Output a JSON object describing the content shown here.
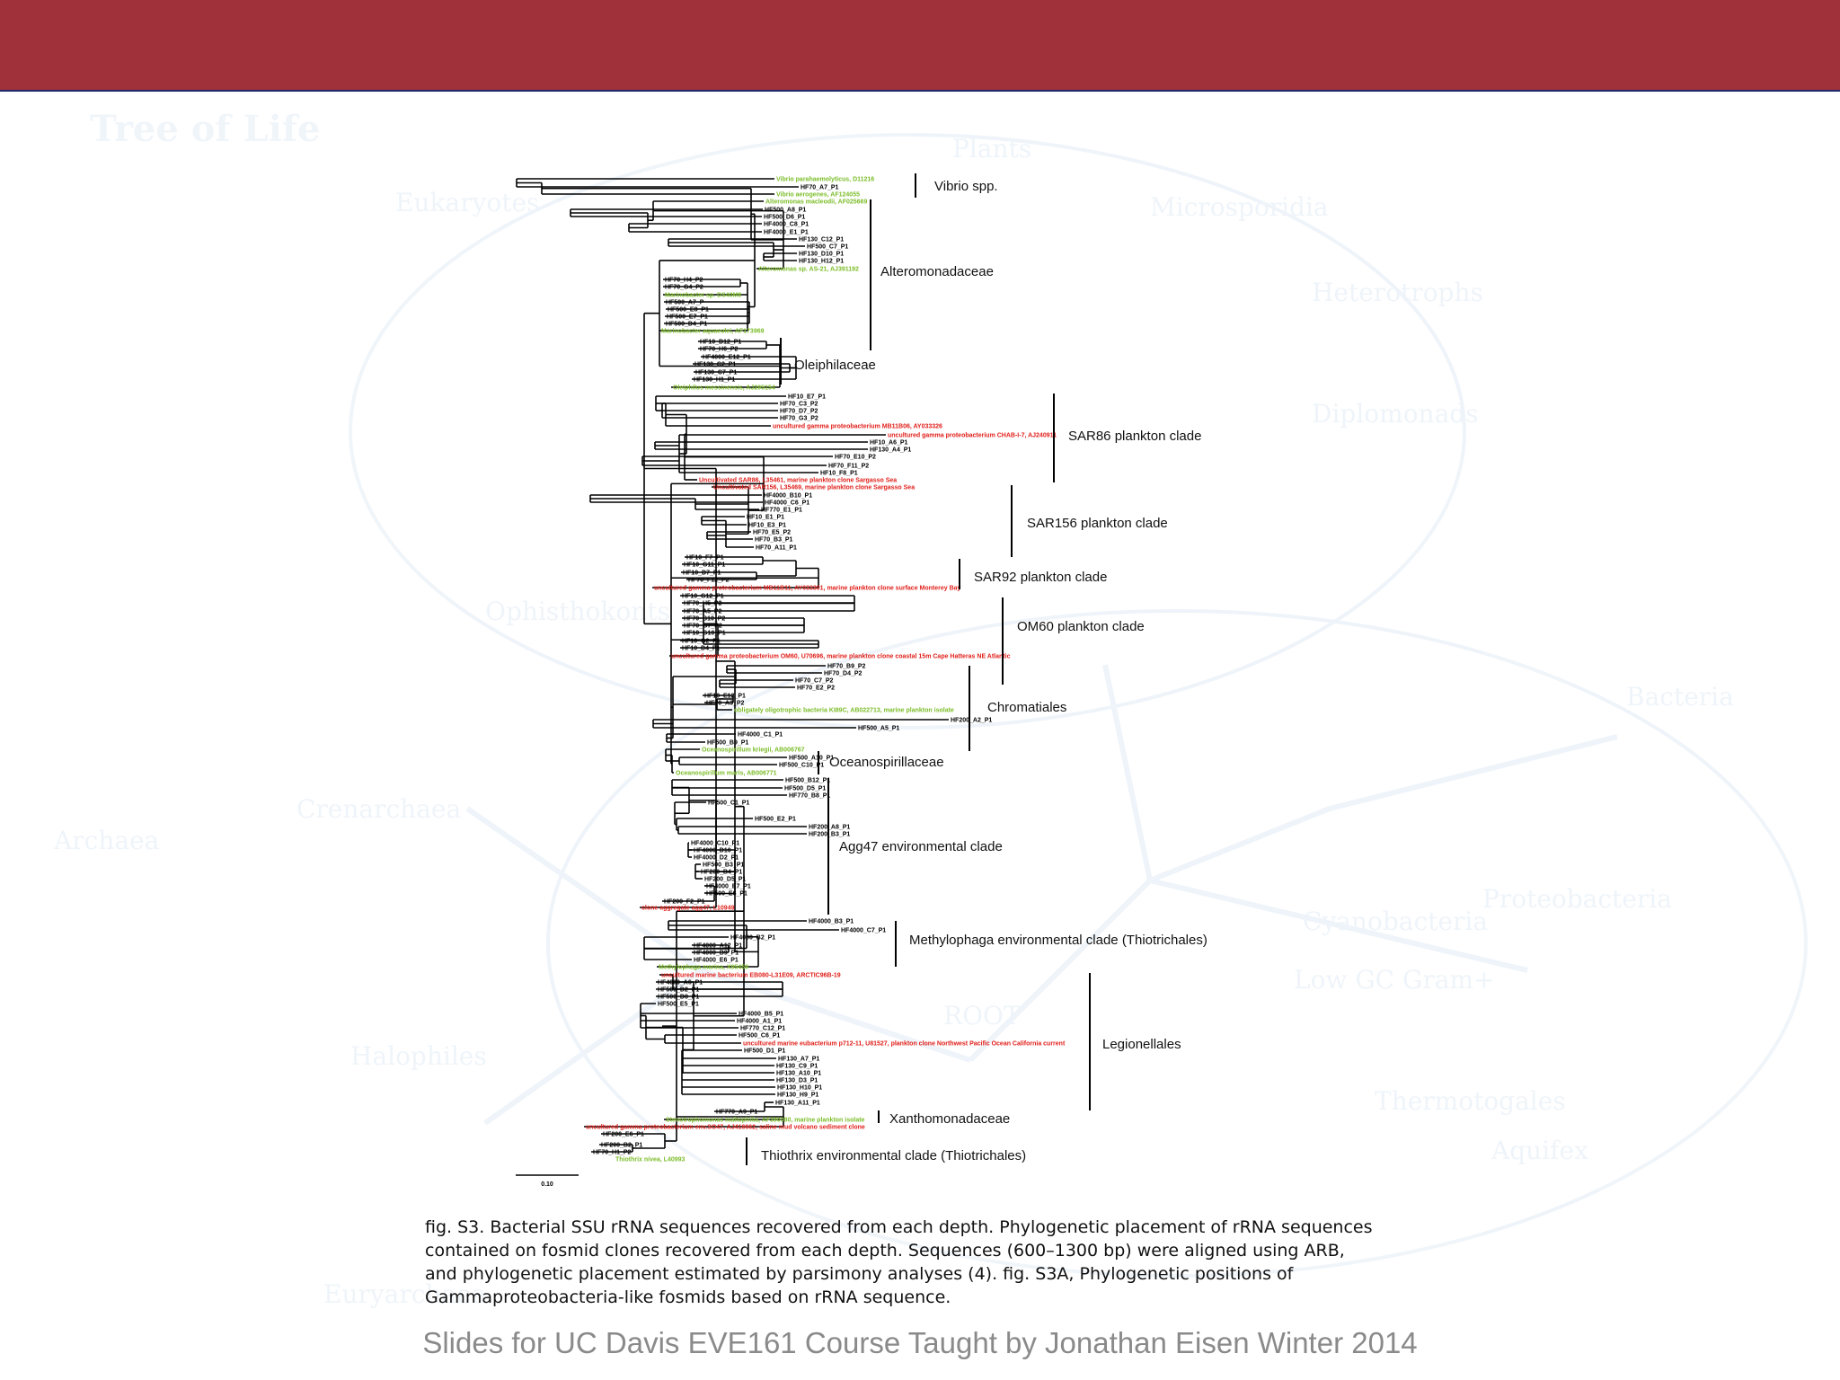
{
  "colors": {
    "banner": "#a0303a",
    "border": "#1f2a6b",
    "leaf_black": "#000000",
    "leaf_green": "#7cbd2a",
    "leaf_red": "#e0201b",
    "watermark": "#3a7bbf"
  },
  "watermark": {
    "title": "Tree of Life",
    "labels": [
      "Eukaryotes",
      "Plants",
      "Microsporidia",
      "Heterotrophs",
      "Diplomonads",
      "Ophisthokonts",
      "Crenarchaea",
      "Archaea",
      "Euryarchaea",
      "Halophiles",
      "Bacteria",
      "ROOT",
      "Cyanobacteria",
      "Proteobacteria",
      "Low GC Gram+",
      "Thermotogales",
      "Aquifex"
    ]
  },
  "tree": {
    "title_prefix": "fig. S3",
    "scale_label": "0.10",
    "leaves": [
      {
        "label": "Vibrio parahaemolyticus, D11216",
        "color": "green"
      },
      {
        "label": "HF70_A7_P1",
        "color": "black"
      },
      {
        "label": "Vibrio aerogenes, AF124055",
        "color": "green"
      },
      {
        "label": "Alteromonas macleodii, AF025669",
        "color": "green"
      },
      {
        "label": "HF500_A8_P1",
        "color": "black"
      },
      {
        "label": "HF500_D6_P1",
        "color": "black"
      },
      {
        "label": "HF4000_C8_P1",
        "color": "black"
      },
      {
        "label": "HF4000_E1_P1",
        "color": "black"
      },
      {
        "label": "HF130_C12_P1",
        "color": "black"
      },
      {
        "label": "HF500_C7_P1",
        "color": "black"
      },
      {
        "label": "HF130_D10_P1",
        "color": "black"
      },
      {
        "label": "HF130_H12_P1",
        "color": "black"
      },
      {
        "label": "Alteromonas sp. AS-21, AJ391192",
        "color": "green"
      },
      {
        "label": "HF70_H4_P2",
        "color": "black"
      },
      {
        "label": "HF70_G4_P2",
        "color": "black"
      },
      {
        "label": "Marinobacter sp. DS40M8",
        "color": "green"
      },
      {
        "label": "HF500_A7_P",
        "color": "black"
      },
      {
        "label": "HF500_E8_P1",
        "color": "black"
      },
      {
        "label": "HF500_E7_P1",
        "color": "black"
      },
      {
        "label": "HF500_D4_P1",
        "color": "black"
      },
      {
        "label": "Marinobacter aquaeolei, AF173969",
        "color": "green"
      },
      {
        "label": "HF10_D12_P1",
        "color": "black"
      },
      {
        "label": "HF70_H6_P2",
        "color": "black"
      },
      {
        "label": "HF4000_E12_P1",
        "color": "black"
      },
      {
        "label": "HF130_C2_P1",
        "color": "black"
      },
      {
        "label": "HF130_C7_P1",
        "color": "black"
      },
      {
        "label": "HF130_H1_P1",
        "color": "black"
      },
      {
        "label": "Oleiphilus messinensis, AJ295154",
        "color": "green"
      },
      {
        "label": "HF10_E7_P1",
        "color": "black"
      },
      {
        "label": "HF70_C3_P2",
        "color": "black"
      },
      {
        "label": "HF70_D7_P2",
        "color": "black"
      },
      {
        "label": "HF70_G3_P2",
        "color": "black"
      },
      {
        "label": "uncultured gamma proteobacterium  MB11B06, AY033326",
        "color": "red"
      },
      {
        "label": "uncultured gamma proteobacterium  CHAB-I-7, AJ240911",
        "color": "red"
      },
      {
        "label": "HF10_A6_P1",
        "color": "black"
      },
      {
        "label": "HF130_A4_P1",
        "color": "black"
      },
      {
        "label": "HF70_E10_P2",
        "color": "black"
      },
      {
        "label": "HF70_F11_P2",
        "color": "black"
      },
      {
        "label": "HF10_F8_P1",
        "color": "black"
      },
      {
        "label": "Uncultivated SAR86, L35461, marine plankton clone Sargasso Sea",
        "color": "red"
      },
      {
        "label": "Uncultivated SAR156, L35469, marine plankton clone Sargasso Sea",
        "color": "red"
      },
      {
        "label": "HF4000_B10_P1",
        "color": "black"
      },
      {
        "label": "HF4000_C6_P1",
        "color": "black"
      },
      {
        "label": "HF770_E1_P1",
        "color": "black"
      },
      {
        "label": "HF10_E1_P1",
        "color": "black"
      },
      {
        "label": "HF10_E3_P1",
        "color": "black"
      },
      {
        "label": "HF70_E5_P2",
        "color": "black"
      },
      {
        "label": "HF70_B3_P1",
        "color": "black"
      },
      {
        "label": "HF70_A11_P1",
        "color": "black"
      },
      {
        "label": "HF10_F7_P1",
        "color": "black"
      },
      {
        "label": "HF10_G11_P1",
        "color": "black"
      },
      {
        "label": "HF10_D7_P1",
        "color": "black"
      },
      {
        "label": "HF70_F12_P2",
        "color": "black"
      },
      {
        "label": "uncultured gamma proteobacterium  MB11B11, AY033301, marine plankton clone surface Monterey Bay",
        "color": "red"
      },
      {
        "label": "HF10_G12_P1",
        "color": "black"
      },
      {
        "label": "HF70_H5_P2",
        "color": "black"
      },
      {
        "label": "HF70_A5_P2",
        "color": "black"
      },
      {
        "label": "HF70_B10_P2",
        "color": "black"
      },
      {
        "label": "HF70_G7_P2",
        "color": "black"
      },
      {
        "label": "HF10_G10_P1",
        "color": "black"
      },
      {
        "label": "HF10_G2_P1",
        "color": "black"
      },
      {
        "label": "HF10_D4_P1",
        "color": "black"
      },
      {
        "label": "uncultured gamma proteobacterium  OM60, U70696, marine plankton clone coastal 15m Cape Hatteras NE Atlantic",
        "color": "red"
      },
      {
        "label": "HF70_B9_P2",
        "color": "black"
      },
      {
        "label": "HF70_D4_P2",
        "color": "black"
      },
      {
        "label": "HF70_C7_P2",
        "color": "black"
      },
      {
        "label": "HF70_E2_P2",
        "color": "black"
      },
      {
        "label": "HF10_E12_P1",
        "color": "black"
      },
      {
        "label": "HF70_A3_P2",
        "color": "black"
      },
      {
        "label": "obligately oligotrophic bacteria KI89C, AB022713, marine plankton isolate",
        "color": "green"
      },
      {
        "label": "HF200_A2_P1",
        "color": "black"
      },
      {
        "label": "HF500_A5_P1",
        "color": "black"
      },
      {
        "label": "HF4000_C1_P1",
        "color": "black"
      },
      {
        "label": "HF500_B9_P1",
        "color": "black"
      },
      {
        "label": "Oceanospirillum kriegii, AB006767",
        "color": "green"
      },
      {
        "label": "HF500_A10_P1",
        "color": "black"
      },
      {
        "label": "HF500_C10_P1",
        "color": "black"
      },
      {
        "label": "Oceanospirillum maris, AB006771",
        "color": "green"
      },
      {
        "label": "HF500_B12_P1",
        "color": "black"
      },
      {
        "label": "HF500_D5_P1",
        "color": "black"
      },
      {
        "label": "HF770_B8_P1",
        "color": "black"
      },
      {
        "label": "HF500_C1_P1",
        "color": "black"
      },
      {
        "label": "HF500_E2_P1",
        "color": "black"
      },
      {
        "label": "HF200_A8_P1",
        "color": "black"
      },
      {
        "label": "HF200_B3_P1",
        "color": "black"
      },
      {
        "label": "HF4000_C10_P1",
        "color": "black"
      },
      {
        "label": "HF4000_D10_P1",
        "color": "black"
      },
      {
        "label": "HF4000_D2_P1",
        "color": "black"
      },
      {
        "label": "HF500_B3_P1",
        "color": "black"
      },
      {
        "label": "HF200_B4_P1",
        "color": "black"
      },
      {
        "label": "HF200_D5_P1",
        "color": "black"
      },
      {
        "label": "HF4000_E7_P1",
        "color": "black"
      },
      {
        "label": "HF500_E6_P1",
        "color": "black"
      },
      {
        "label": "HF200_F2_P1",
        "color": "black"
      },
      {
        "label": "clone aggregate agg47, L10949",
        "color": "red"
      },
      {
        "label": "HF4000_B3_P1",
        "color": "black"
      },
      {
        "label": "HF4000_C7_P1",
        "color": "black"
      },
      {
        "label": "HF4000_B2_P1",
        "color": "black"
      },
      {
        "label": "HF4000_A12_P1",
        "color": "black"
      },
      {
        "label": "HF4000_B9_P1",
        "color": "black"
      },
      {
        "label": "HF4000_E6_P1",
        "color": "black"
      },
      {
        "label": "Methylophaga marina, X95459",
        "color": "green"
      },
      {
        "label": "uncultured marine bacterium EB080-L31E09, ARCTIC96B-19",
        "color": "red"
      },
      {
        "label": "HF4000_A6_P1",
        "color": "black"
      },
      {
        "label": "HF500_D2_P1",
        "color": "black"
      },
      {
        "label": "HF500_D8_P1",
        "color": "black"
      },
      {
        "label": "HF500_E5_P1",
        "color": "black"
      },
      {
        "label": "HF4000_B5_P1",
        "color": "black"
      },
      {
        "label": "HF4000_A1_P1",
        "color": "black"
      },
      {
        "label": "HF770_C12_P1",
        "color": "black"
      },
      {
        "label": "HF500_C6_P1",
        "color": "black"
      },
      {
        "label": "uncultured marine eubacterium p712-11, U81527, plankton clone Northwest Pacific Ocean California current",
        "color": "red"
      },
      {
        "label": "HF500_D1_P1",
        "color": "black"
      },
      {
        "label": "HF130_A7_P1",
        "color": "black"
      },
      {
        "label": "HF130_C9_P1",
        "color": "black"
      },
      {
        "label": "HF130_A10_P1",
        "color": "black"
      },
      {
        "label": "HF130_D3_P1",
        "color": "black"
      },
      {
        "label": "HF130_H10_P1",
        "color": "black"
      },
      {
        "label": "HF130_H9_P1",
        "color": "black"
      },
      {
        "label": "HF130_A11_P1",
        "color": "black"
      },
      {
        "label": "HF770_A9_P1",
        "color": "black"
      },
      {
        "label": "Stenotrophomonas maltophilia, AF390080, marine plankton isolate",
        "color": "green"
      },
      {
        "label": "uncultured gamma proteobacterium  env.SO47, AJ416662, saline mud volcano sediment clone",
        "color": "red"
      },
      {
        "label": "HF200_E6_P1",
        "color": "black"
      },
      {
        "label": "HF200_B2_P1",
        "color": "black"
      },
      {
        "label": "HF70_H1_P2",
        "color": "black"
      },
      {
        "label": "Thiothrix nivea, L40993",
        "color": "green"
      }
    ],
    "clades": [
      {
        "label": "Vibrio spp."
      },
      {
        "label": "Alteromonadaceae"
      },
      {
        "label": "Oleiphilaceae"
      },
      {
        "label": "SAR86 plankton clade"
      },
      {
        "label": "SAR156 plankton clade"
      },
      {
        "label": "SAR92 plankton clade"
      },
      {
        "label": "OM60 plankton clade"
      },
      {
        "label": "Chromatiales"
      },
      {
        "label": "Oceanospirillaceae"
      },
      {
        "label": "Agg47 environmental clade"
      },
      {
        "label": "Methylophaga environmental clade (Thiotrichales)"
      },
      {
        "label": "Legionellales"
      },
      {
        "label": "Xanthomonadaceae"
      },
      {
        "label": "Thiothrix environmental clade (Thiotrichales)"
      }
    ]
  },
  "caption": "fig. S3. Bacterial SSU rRNA sequences recovered from each depth.  Phylogenetic placement of rRNA sequences contained on fosmid clones recovered from each depth.  Sequences (600–1300 bp) were aligned using ARB, and phylogenetic placement estimated by parsimony analyses (4). fig. S3A, Phylogenetic positions of Gammaproteobacteria-like  fosmids based on rRNA sequence.",
  "footer": "Slides for UC Davis EVE161 Course Taught by Jonathan Eisen Winter 2014"
}
